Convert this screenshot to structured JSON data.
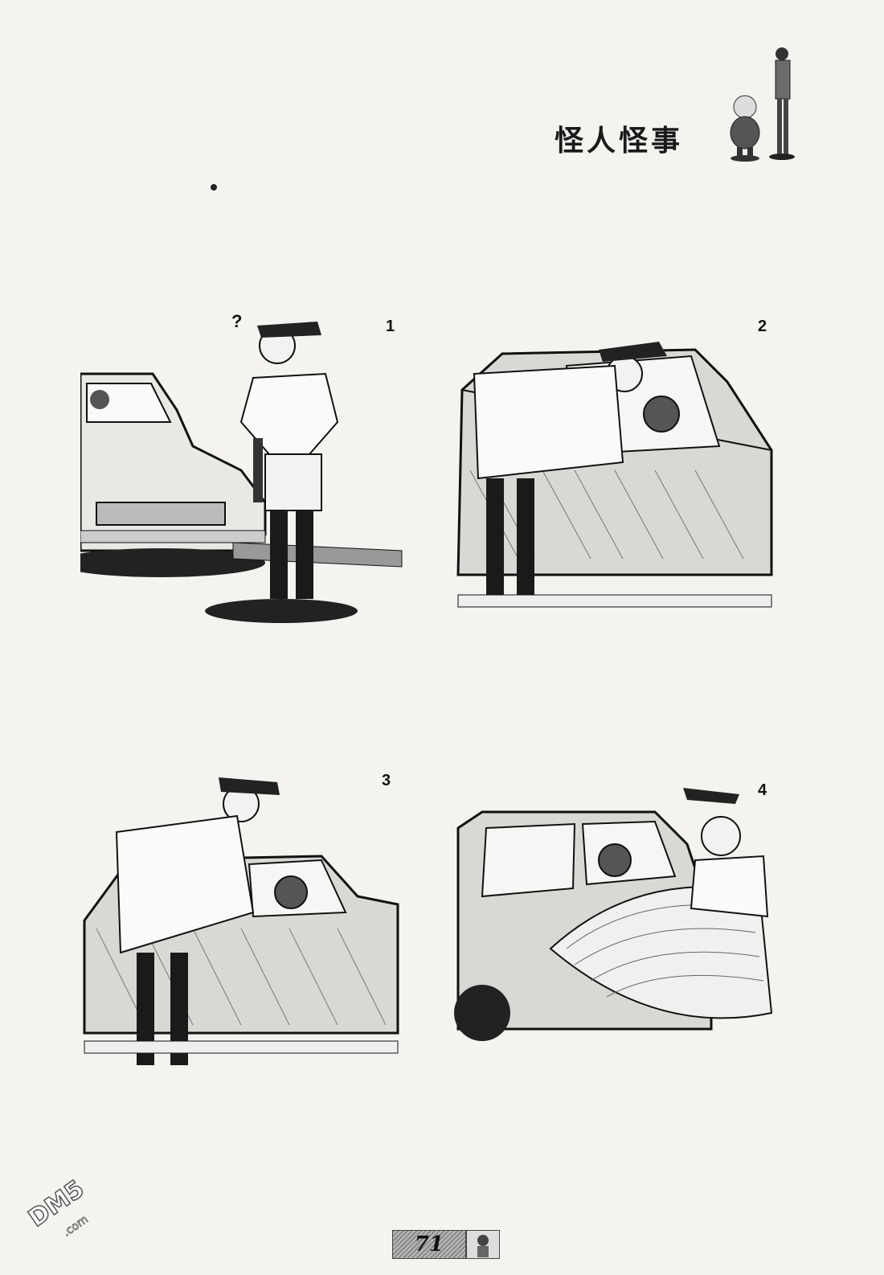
{
  "header": {
    "title": "怪人怪事"
  },
  "panels": [
    {
      "number": "1",
      "question_mark": "?"
    },
    {
      "number": "2"
    },
    {
      "number": "3"
    },
    {
      "number": "4"
    }
  ],
  "footer": {
    "page_number": "71"
  },
  "watermark": {
    "text": "DM5.com"
  }
}
